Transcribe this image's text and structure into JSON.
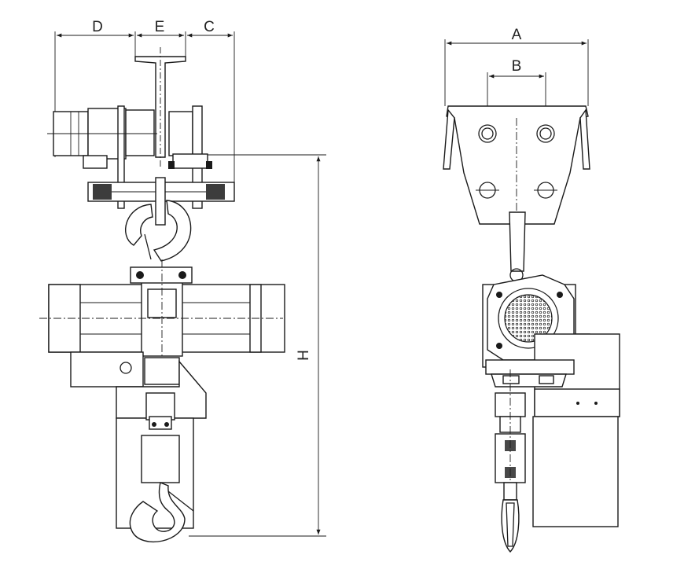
{
  "dimensions": {
    "A": "A",
    "B": "B",
    "C": "C",
    "D": "D",
    "E": "E",
    "H": "H"
  }
}
